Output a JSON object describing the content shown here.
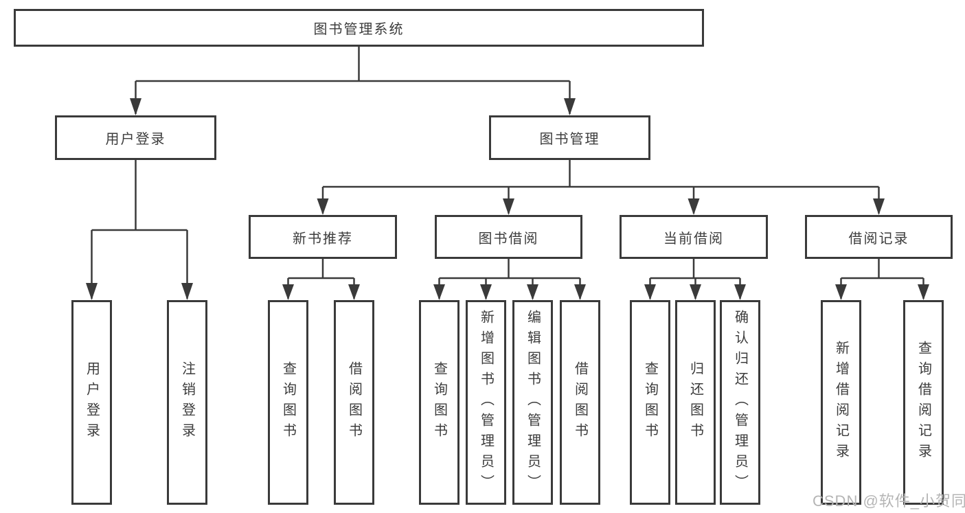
{
  "title": "图书管理系统",
  "watermark": "CSDN @软件_小贺同学",
  "colors": {
    "line": "#3a3a3a",
    "box_border": "#3a3a3a",
    "box_fill": "#ffffff",
    "text": "#3c3c3c",
    "watermark_text": "#b5b5b5",
    "background": "#ffffff"
  },
  "nodes": {
    "root": {
      "label": "图书管理系统"
    },
    "level2": [
      {
        "label": "用户登录",
        "parent": "图书管理系统"
      },
      {
        "label": "图书管理",
        "parent": "图书管理系统"
      }
    ],
    "level3": [
      {
        "label": "新书推荐",
        "parent": "图书管理"
      },
      {
        "label": "图书借阅",
        "parent": "图书管理"
      },
      {
        "label": "当前借阅",
        "parent": "图书管理"
      },
      {
        "label": "借阅记录",
        "parent": "图书管理"
      }
    ],
    "leaves": [
      {
        "label": "用户登录",
        "parent": "用户登录"
      },
      {
        "label": "注销登录",
        "parent": "用户登录"
      },
      {
        "label": "查询图书",
        "parent": "新书推荐"
      },
      {
        "label": "借阅图书",
        "parent": "新书推荐"
      },
      {
        "label": "查询图书",
        "parent": "图书借阅"
      },
      {
        "label": "新增图书（管理员）",
        "parent": "图书借阅"
      },
      {
        "label": "编辑图书（管理员）",
        "parent": "图书借阅"
      },
      {
        "label": "借阅图书",
        "parent": "图书借阅"
      },
      {
        "label": "查询图书",
        "parent": "当前借阅"
      },
      {
        "label": "归还图书",
        "parent": "当前借阅"
      },
      {
        "label": "确认归还（管理员）",
        "parent": "当前借阅"
      },
      {
        "label": "新增借阅记录",
        "parent": "借阅记录"
      },
      {
        "label": "查询借阅记录",
        "parent": "借阅记录"
      }
    ]
  }
}
